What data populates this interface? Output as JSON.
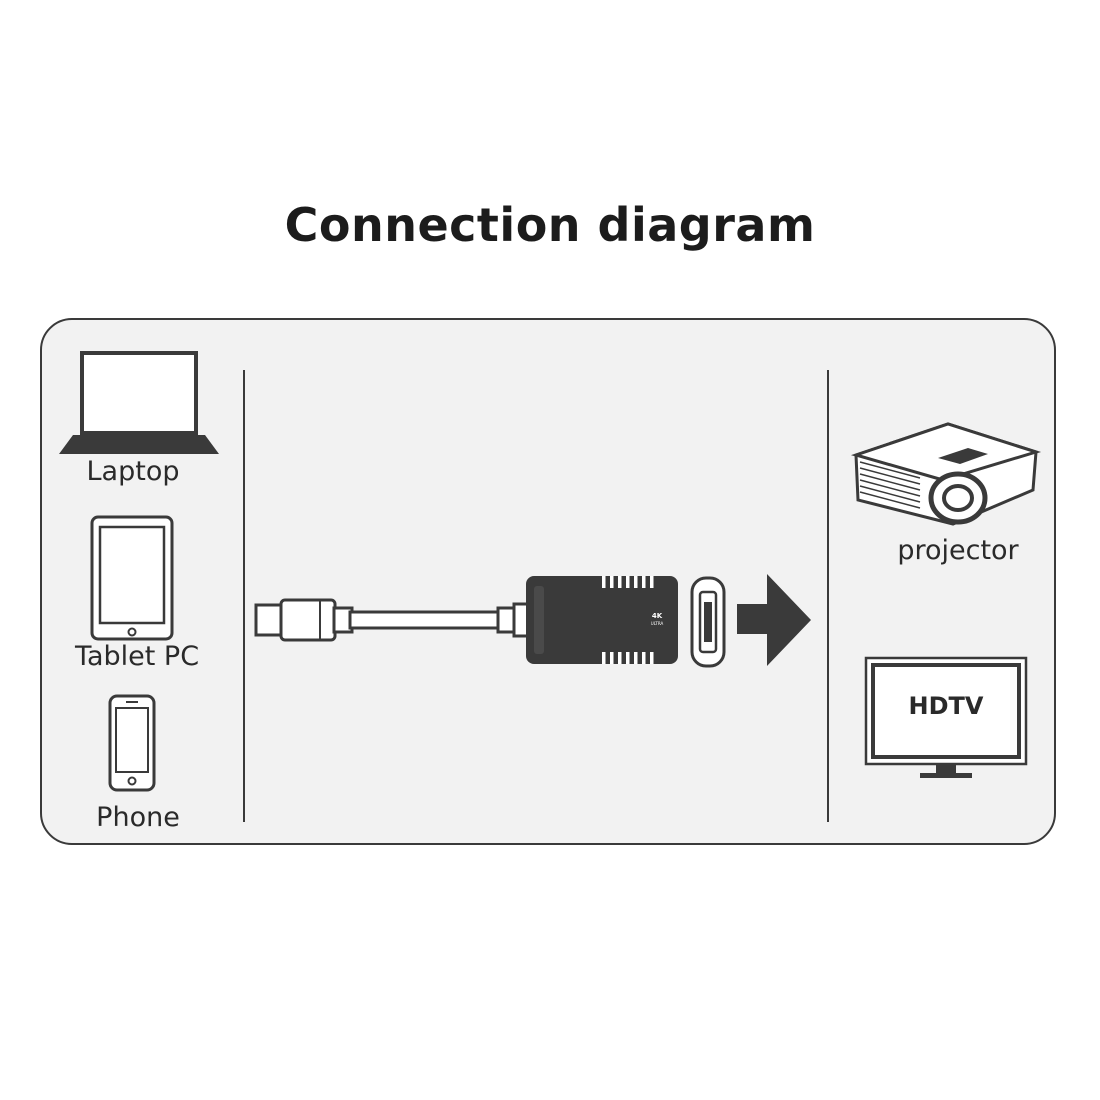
{
  "title": "Connection diagram",
  "sources": {
    "laptop": "Laptop",
    "tablet": "Tablet PC",
    "phone": "Phone"
  },
  "adapter": {
    "badge_main": "4K",
    "badge_sub": "ULTRA"
  },
  "targets": {
    "projector": "projector",
    "hdtv": "HDTV"
  }
}
